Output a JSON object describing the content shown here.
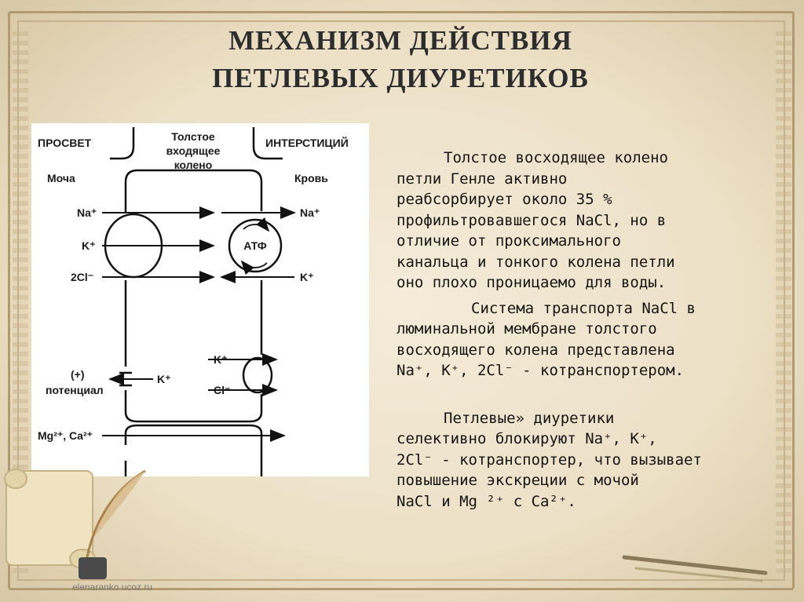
{
  "title": {
    "line1": "МЕХАНИЗМ ДЕЙСТВИЯ",
    "line2": "ПЕТЛЕВЫХ ДИУРЕТИКОВ"
  },
  "diagram": {
    "lumen": "ПРОСВЕТ",
    "segment_line1": "Толстое",
    "segment_line2": "входящее",
    "segment_line3": "колено",
    "interstitium": "ИНТЕРСТИЦИЙ",
    "urine": "Моча",
    "blood": "Кровь",
    "na_left": "Na⁺",
    "k_left": "K⁺",
    "cl2_left": "2Cl⁻",
    "na_right": "Na⁺",
    "atp": "АТФ",
    "k_right": "K⁺",
    "k_lower_right": "K⁺",
    "cl_lower_right": "Cl⁻",
    "plus": "(+)",
    "potential": "потенциал",
    "k_lower_left": "K⁺",
    "mg_ca": "Mg²⁺, Ca²⁺"
  },
  "text": {
    "p1_l1": "Толстое восходящее колено",
    "p1_l2": "петли Генле активно",
    "p1_l3": "реабсорбирует около 35 %",
    "p1_l4": "профильтровавшегося NaCl, но в",
    "p1_l5": "отличие от проксимального",
    "p1_l6": "канальца и тонкого колена петли",
    "p1_l7": "оно плохо проницаемо для воды.",
    "p2_l1": "Система транспорта NaCl в",
    "p2_l2": "люминальной мембране  толстого",
    "p2_l3": "восходящего колена представлена",
    "p2_l4": "Na⁺, K⁺, 2Cl⁻ - котранспортером.",
    "p3_l1": "Петлевые» диуретики",
    "p3_l2": "селективно блокируют Na⁺, K⁺,",
    "p3_l3": "2Cl⁻ - котранспортер, что вызывает",
    "p3_l4": "повышение экскреции с мочой",
    "p3_l5": "NaCl и Mg ²⁺ с  Ca²⁺."
  },
  "watermark": "elenaranko.ucoz.ru"
}
